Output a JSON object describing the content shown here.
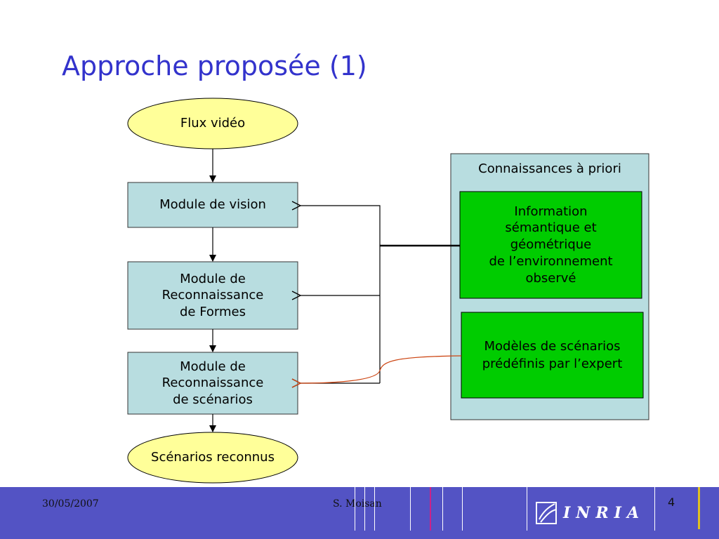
{
  "slide": {
    "title": "Approche proposée (1)"
  },
  "colors": {
    "ellipse_fill": "#ffff99",
    "module_fill": "#b8dde0",
    "knowledge_fill": "#b8dde0",
    "green_fill": "#00cc00",
    "title": "#3333cc",
    "footer_bg": "#5353c4",
    "curve": "#cc4411"
  },
  "diagram": {
    "input": "Flux vidéo",
    "modules": {
      "vision": "Module de vision",
      "formes": "Module de\nReconnaissance\nde Formes",
      "scenarios": "Module de\nReconnaissance\nde scénarios"
    },
    "output": "Scénarios reconnus",
    "knowledge": {
      "title": "Connaissances à priori",
      "info": "Information\nsémantique et\ngéométrique\nde l’environnement\nobservé",
      "models": "Modèles de scénarios\nprédéfinis par l’expert"
    }
  },
  "footer": {
    "date": "30/05/2007",
    "author": "S. Moisan",
    "page": "4",
    "logo_text": "INRIA"
  }
}
